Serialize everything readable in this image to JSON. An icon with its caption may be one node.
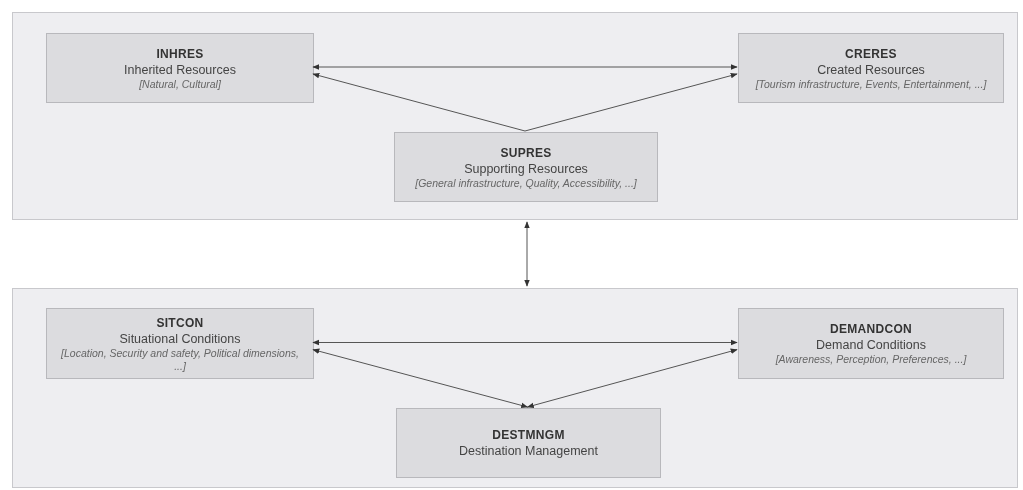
{
  "diagram": {
    "nodes": [
      {
        "text": [],
        "shape": "box"
      },
      {
        "text": [
          "INHRES",
          "Inherited Resources",
          "[Natural, Cultural]"
        ],
        "in": 0
      },
      {
        "text": [
          "CRERES",
          "Created Resources",
          "[Tourism infrastructure, Events, Entertainment, ...]"
        ],
        "in": 0
      },
      {
        "text": [
          "SUPRES",
          "Supporting Resources",
          "[General infrastructure, Quality, Accessibility, ...]"
        ],
        "in": 0
      },
      {
        "text": [],
        "shape": "box"
      },
      {
        "text": [
          "SITCON",
          "Situational Conditions",
          "[Location, Security and safety, Political dimensions, ...]"
        ],
        "in": 4
      },
      {
        "text": [
          "DEMANDCON",
          "Demand Conditions",
          "[Awareness, Perception, Preferences, ...]"
        ],
        "in": 4
      },
      {
        "text": [
          "DESTMNGM",
          "Destination Management"
        ],
        "in": 4
      }
    ],
    "edges": [
      {
        "from": 1,
        "to": 2,
        "arrow": "both"
      },
      {
        "from": 3,
        "to": 1,
        "arrow": "to"
      },
      {
        "from": 3,
        "to": 2,
        "arrow": "to"
      },
      {
        "from": 0,
        "to": 4,
        "arrow": "both"
      },
      {
        "from": 5,
        "to": 6,
        "arrow": "both"
      },
      {
        "from": 7,
        "to": 5,
        "arrow": "both"
      },
      {
        "from": 7,
        "to": 6,
        "arrow": "both"
      }
    ]
  }
}
